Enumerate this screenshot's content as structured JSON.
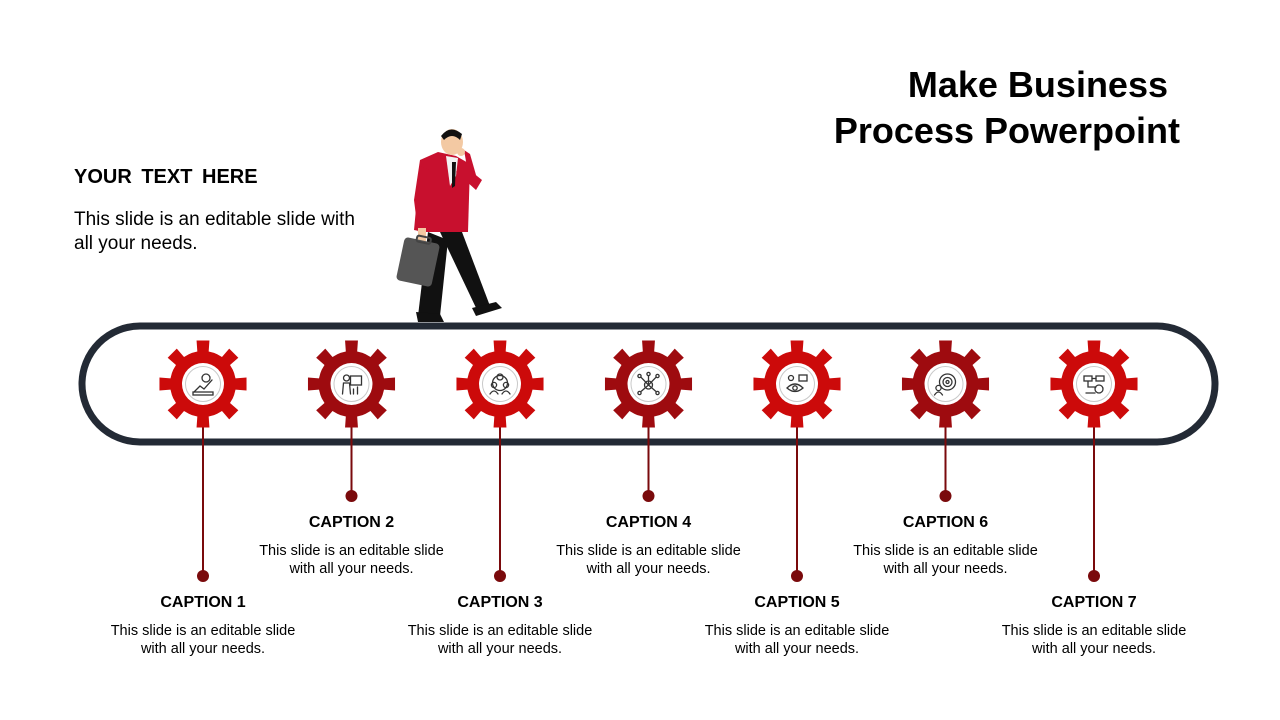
{
  "title": {
    "line1": "Make Business",
    "line2": "Process Powerpoint"
  },
  "intro": {
    "heading": "YOUR  TEXT HERE",
    "body": "This slide is an editable slide with all your needs."
  },
  "colors": {
    "track": "#232a35",
    "red": "#cc0a0a",
    "dark_red": "#9e0b0f",
    "connector": "#7a0a0c"
  },
  "steps": [
    {
      "title": "CAPTION 1",
      "text": "This slide is an editable slide with all your needs.",
      "icon": "growth-chart-icon",
      "shade": "red",
      "position": "low"
    },
    {
      "title": "CAPTION 2",
      "text": "This slide is an editable slide with all your needs.",
      "icon": "presentation-icon",
      "shade": "dark_red",
      "position": "high"
    },
    {
      "title": "CAPTION 3",
      "text": "This slide is an editable slide with all your needs.",
      "icon": "team-icon",
      "shade": "red",
      "position": "low"
    },
    {
      "title": "CAPTION 4",
      "text": "This slide is an editable slide with all your needs.",
      "icon": "network-icon",
      "shade": "dark_red",
      "position": "high"
    },
    {
      "title": "CAPTION 5",
      "text": "This slide is an editable slide with all your needs.",
      "icon": "vision-icon",
      "shade": "red",
      "position": "low"
    },
    {
      "title": "CAPTION 6",
      "text": "This slide is an editable slide with all your needs.",
      "icon": "target-icon",
      "shade": "dark_red",
      "position": "high"
    },
    {
      "title": "CAPTION 7",
      "text": "This slide is an editable slide with all your needs.",
      "icon": "workflow-icon",
      "shade": "red",
      "position": "low"
    }
  ]
}
